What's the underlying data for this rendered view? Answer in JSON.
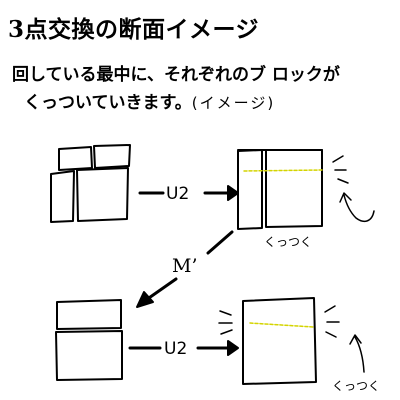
{
  "title": "3点交換の断面イメージ",
  "description": {
    "line1": "回している最中に、それぞれのブ ロックが",
    "line2": "くっついていきます。",
    "line2_aside": "(イメージ)"
  },
  "moves": {
    "top": "U2",
    "diagonal": "M’",
    "bottom": "U2"
  },
  "annotations": {
    "top_right": "くっつく",
    "bottom_right": "くっつく"
  },
  "colors": {
    "line": "#000000",
    "highlight": "#d4d400"
  }
}
